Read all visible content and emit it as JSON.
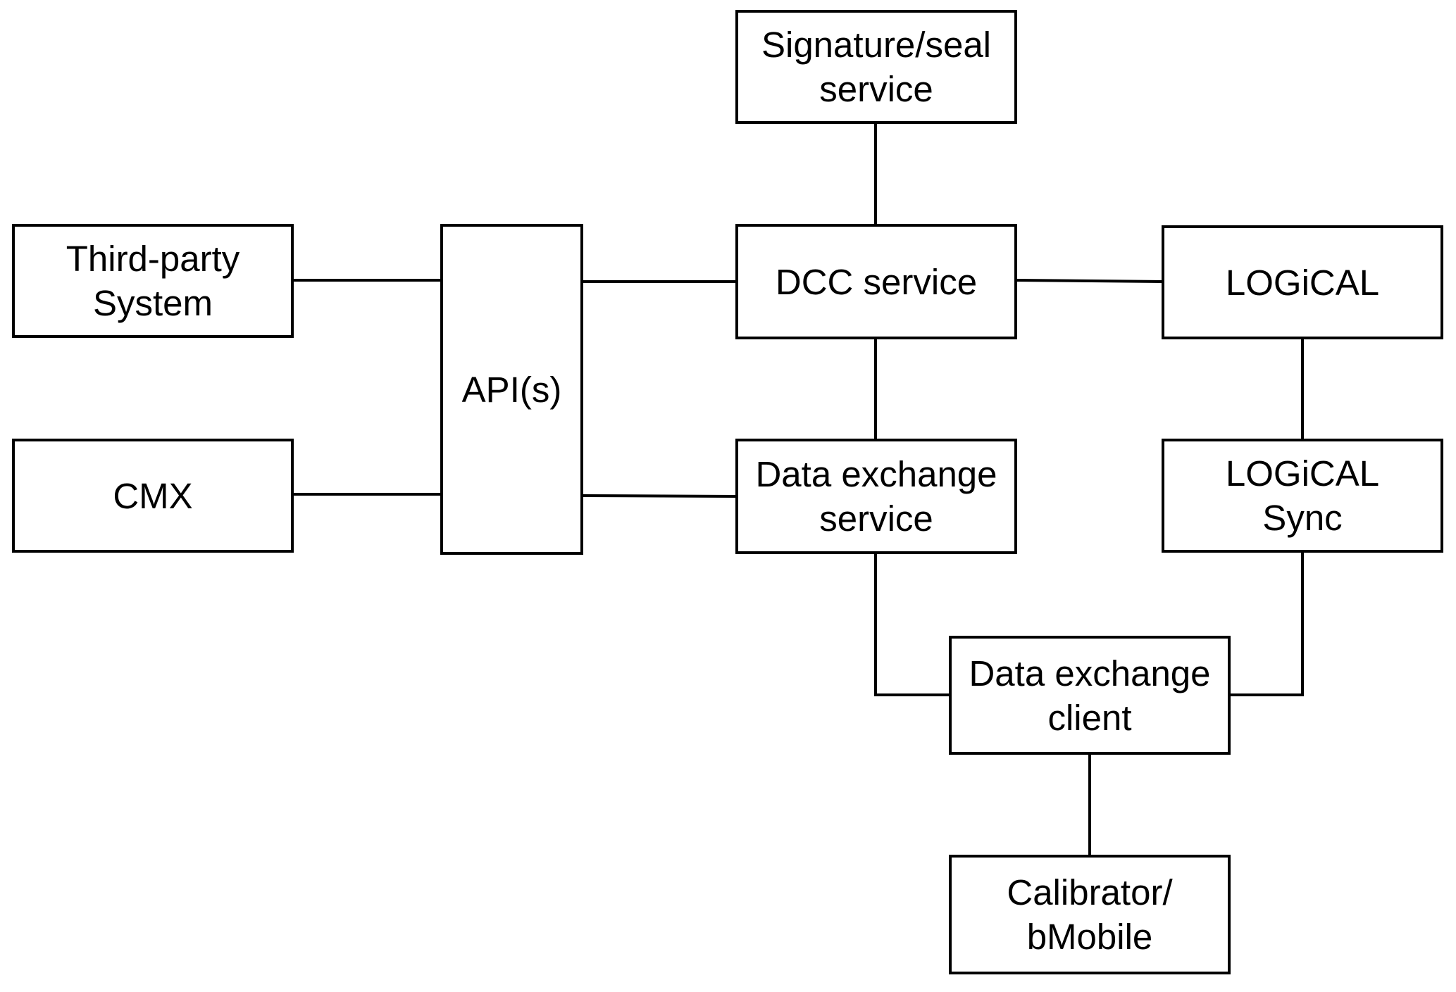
{
  "diagram": {
    "type": "block-diagram",
    "line_color": "#000000",
    "box_fill": "#ffffff",
    "nodes": [
      {
        "id": "third-party",
        "label": "Third-party\nSystem"
      },
      {
        "id": "cmx",
        "label": "CMX"
      },
      {
        "id": "apis",
        "label": "API(s)"
      },
      {
        "id": "signature",
        "label": "Signature/seal\nservice"
      },
      {
        "id": "dcc",
        "label": "DCC service"
      },
      {
        "id": "data-exchange-service",
        "label": "Data exchange\nservice"
      },
      {
        "id": "logical",
        "label": "LOGiCAL"
      },
      {
        "id": "logical-sync",
        "label": "LOGiCAL\nSync"
      },
      {
        "id": "data-exchange-client",
        "label": "Data exchange\nclient"
      },
      {
        "id": "calibrator",
        "label": "Calibrator/\nbMobile"
      }
    ],
    "edges": [
      {
        "from": "third-party",
        "to": "apis"
      },
      {
        "from": "cmx",
        "to": "apis"
      },
      {
        "from": "apis",
        "to": "dcc"
      },
      {
        "from": "apis",
        "to": "data-exchange-service"
      },
      {
        "from": "signature",
        "to": "dcc"
      },
      {
        "from": "dcc",
        "to": "logical"
      },
      {
        "from": "dcc",
        "to": "data-exchange-service"
      },
      {
        "from": "logical",
        "to": "logical-sync"
      },
      {
        "from": "data-exchange-service",
        "to": "data-exchange-client"
      },
      {
        "from": "logical-sync",
        "to": "data-exchange-client"
      },
      {
        "from": "data-exchange-client",
        "to": "calibrator"
      }
    ]
  }
}
